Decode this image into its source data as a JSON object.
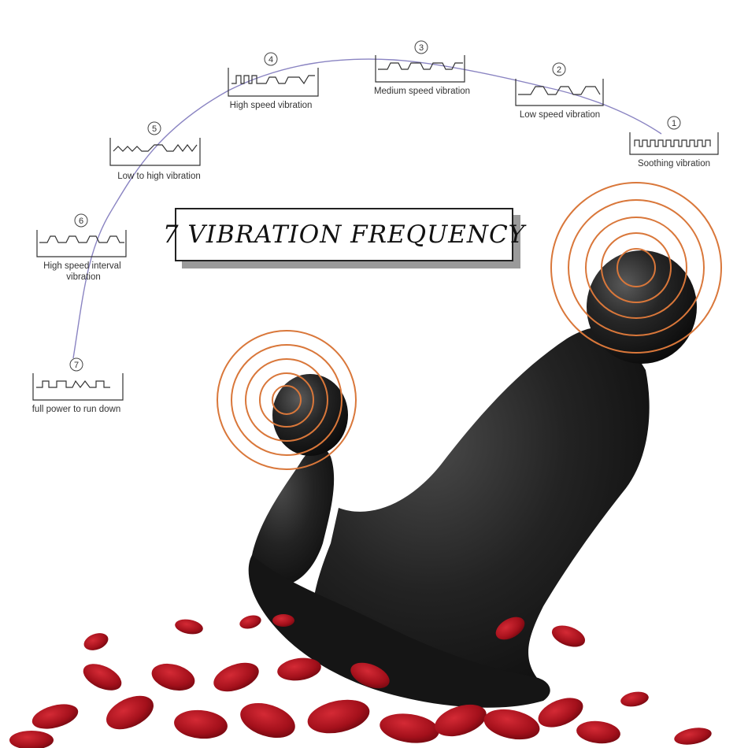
{
  "title": "7 VIBRATION FREQUENCY",
  "modes": [
    {
      "number": "1",
      "label": "Soothing vibration"
    },
    {
      "number": "2",
      "label": "Low speed vibration"
    },
    {
      "number": "3",
      "label": "Medium speed vibration"
    },
    {
      "number": "4",
      "label": "High speed vibration"
    },
    {
      "number": "5",
      "label": "Low to high vibration"
    },
    {
      "number": "6",
      "label": "High speed interval vibration"
    },
    {
      "number": "7",
      "label": "full power to run down"
    }
  ],
  "colors": {
    "ring": "#d9773a",
    "product": "#1c1c1c",
    "petal": "#a3101b",
    "curve": "#8a84c2"
  }
}
